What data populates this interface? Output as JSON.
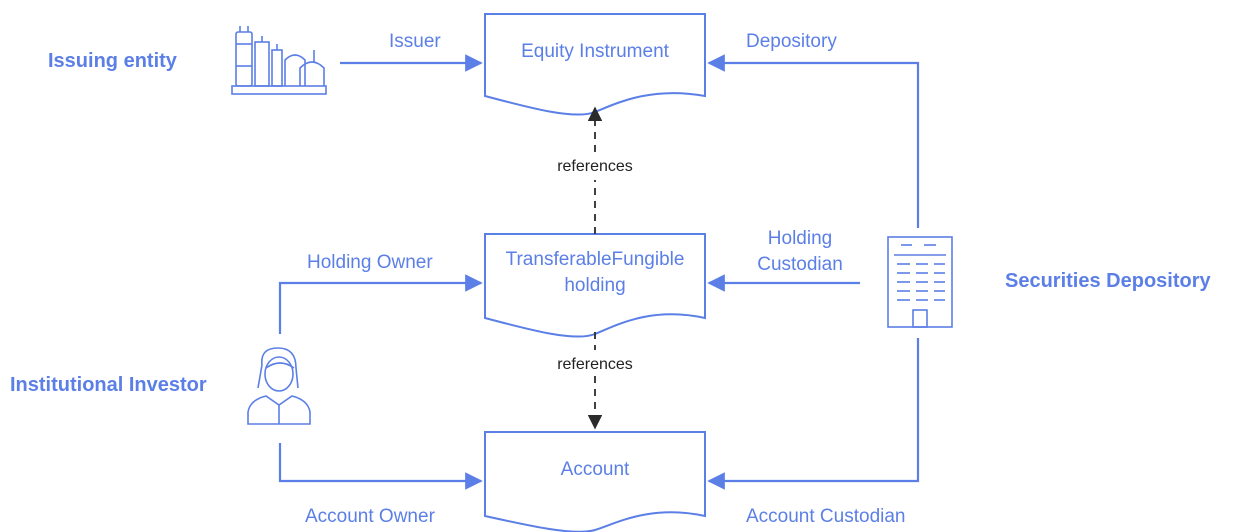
{
  "colors": {
    "accent": "#5b7fe6",
    "reference": "#2b2b2b",
    "background": "#ffffff"
  },
  "entities": {
    "issuing": {
      "label": "Issuing entity",
      "icon": "factory-icon"
    },
    "investor": {
      "label": "Institutional Investor",
      "icon": "person-icon"
    },
    "depository": {
      "label": "Securities Depository",
      "icon": "office-building-icon"
    }
  },
  "documents": {
    "equity": {
      "label": "Equity Instrument"
    },
    "holding": {
      "line1": "TransferableFungible",
      "line2": "holding"
    },
    "account": {
      "label": "Account"
    }
  },
  "edges": {
    "issuer": "Issuer",
    "depository": "Depository",
    "holding_owner": "Holding Owner",
    "holding_custodian_line1": "Holding",
    "holding_custodian_line2": "Custodian",
    "account_owner": "Account Owner",
    "account_custodian": "Account Custodian",
    "references_top": "references",
    "references_bottom": "references"
  }
}
